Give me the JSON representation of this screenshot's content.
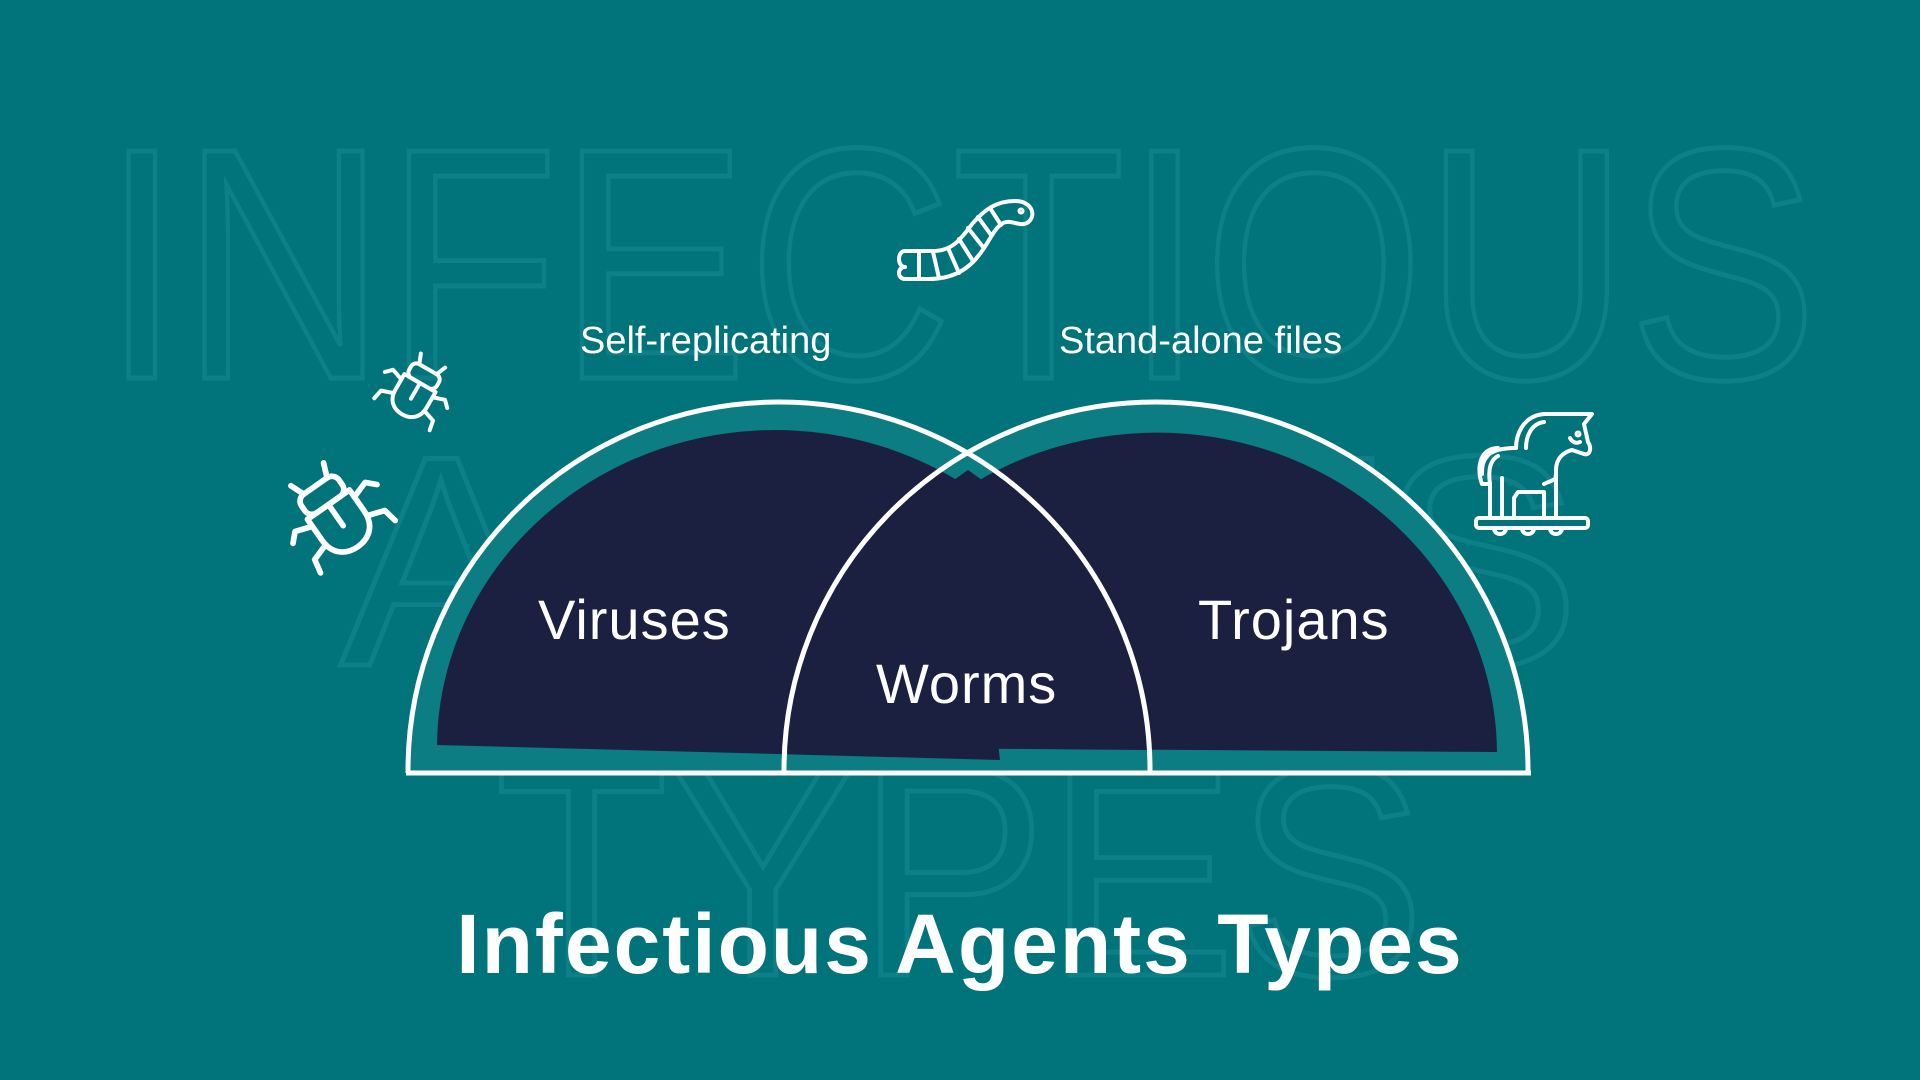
{
  "watermark": {
    "line1": "INFECTIOUS",
    "line2": "AGENTS",
    "line3": "TYPES"
  },
  "venn": {
    "left_caption": "Self-replicating",
    "right_caption": "Stand-alone files",
    "regions": {
      "left": "Viruses",
      "intersection": "Worms",
      "right": "Trojans"
    }
  },
  "icons": {
    "bug_small": "bug-icon",
    "bug_large": "bug-icon",
    "worm": "worm-icon",
    "trojan_horse": "trojan-horse-icon"
  },
  "colors": {
    "background": "#01737b",
    "arch_band": "#0c7d83",
    "region_fill": "#1b2040",
    "stroke": "#ffffff",
    "text": "#ffffff"
  },
  "title": "Infectious Agents Types"
}
